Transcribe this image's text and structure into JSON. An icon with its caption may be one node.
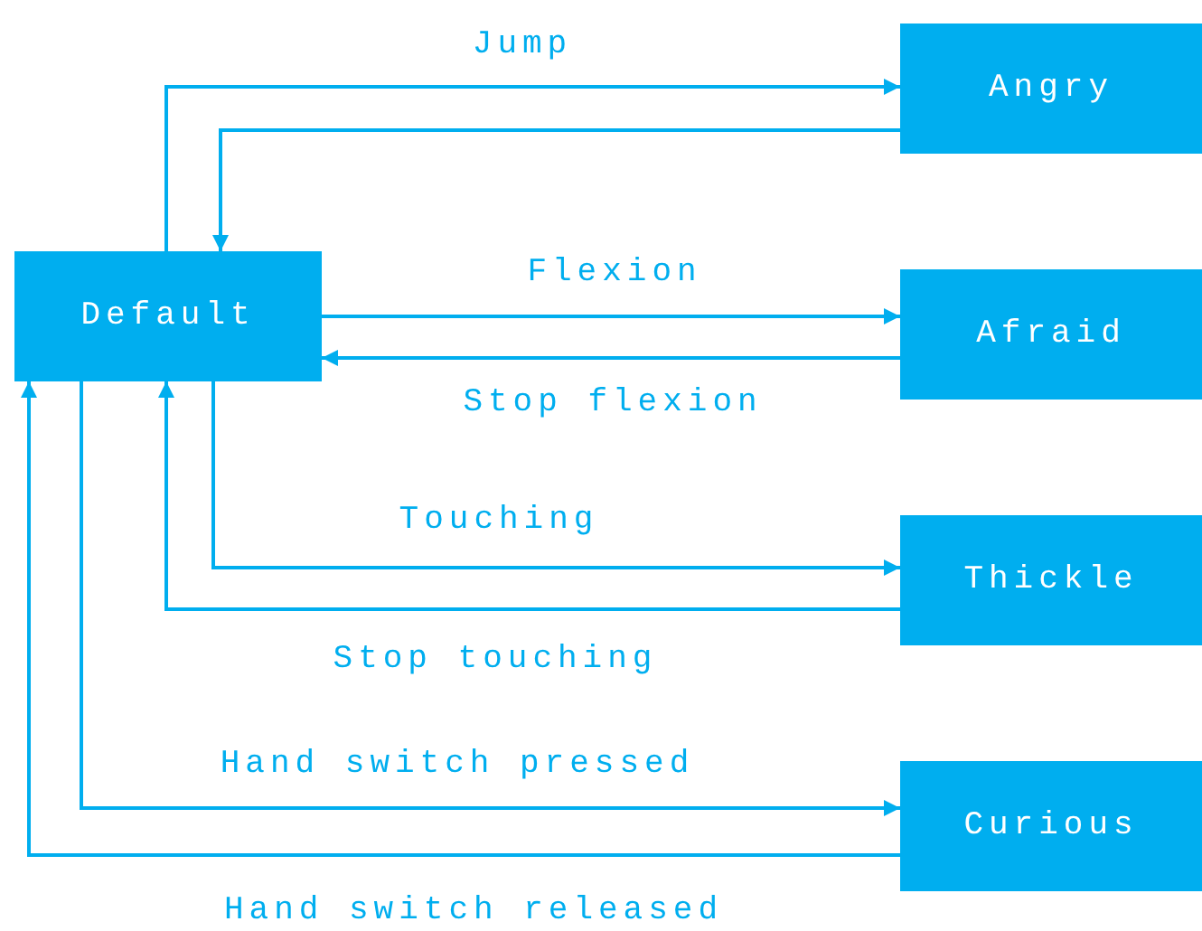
{
  "diagram": {
    "nodes": [
      {
        "text": [
          "Default"
        ]
      },
      {
        "text": [
          "Angry"
        ]
      },
      {
        "text": [
          "Afraid"
        ]
      },
      {
        "text": [
          "Thickle"
        ]
      },
      {
        "text": [
          "Curious"
        ]
      }
    ],
    "edges": [
      {
        "from": 0,
        "to": 1,
        "arrow": "to",
        "label": "Jump"
      },
      {
        "from": 1,
        "to": 0,
        "arrow": "to"
      },
      {
        "from": 0,
        "to": 2,
        "arrow": "to",
        "label": "Flexion"
      },
      {
        "from": 2,
        "to": 0,
        "arrow": "to",
        "label": "Stop flexion"
      },
      {
        "from": 0,
        "to": 3,
        "arrow": "to",
        "label": "Touching"
      },
      {
        "from": 3,
        "to": 0,
        "arrow": "to",
        "label": "Stop touching"
      },
      {
        "from": 0,
        "to": 4,
        "arrow": "to",
        "label": "Hand switch pressed"
      },
      {
        "from": 4,
        "to": 0,
        "arrow": "to",
        "label": "Hand switch released"
      }
    ]
  }
}
